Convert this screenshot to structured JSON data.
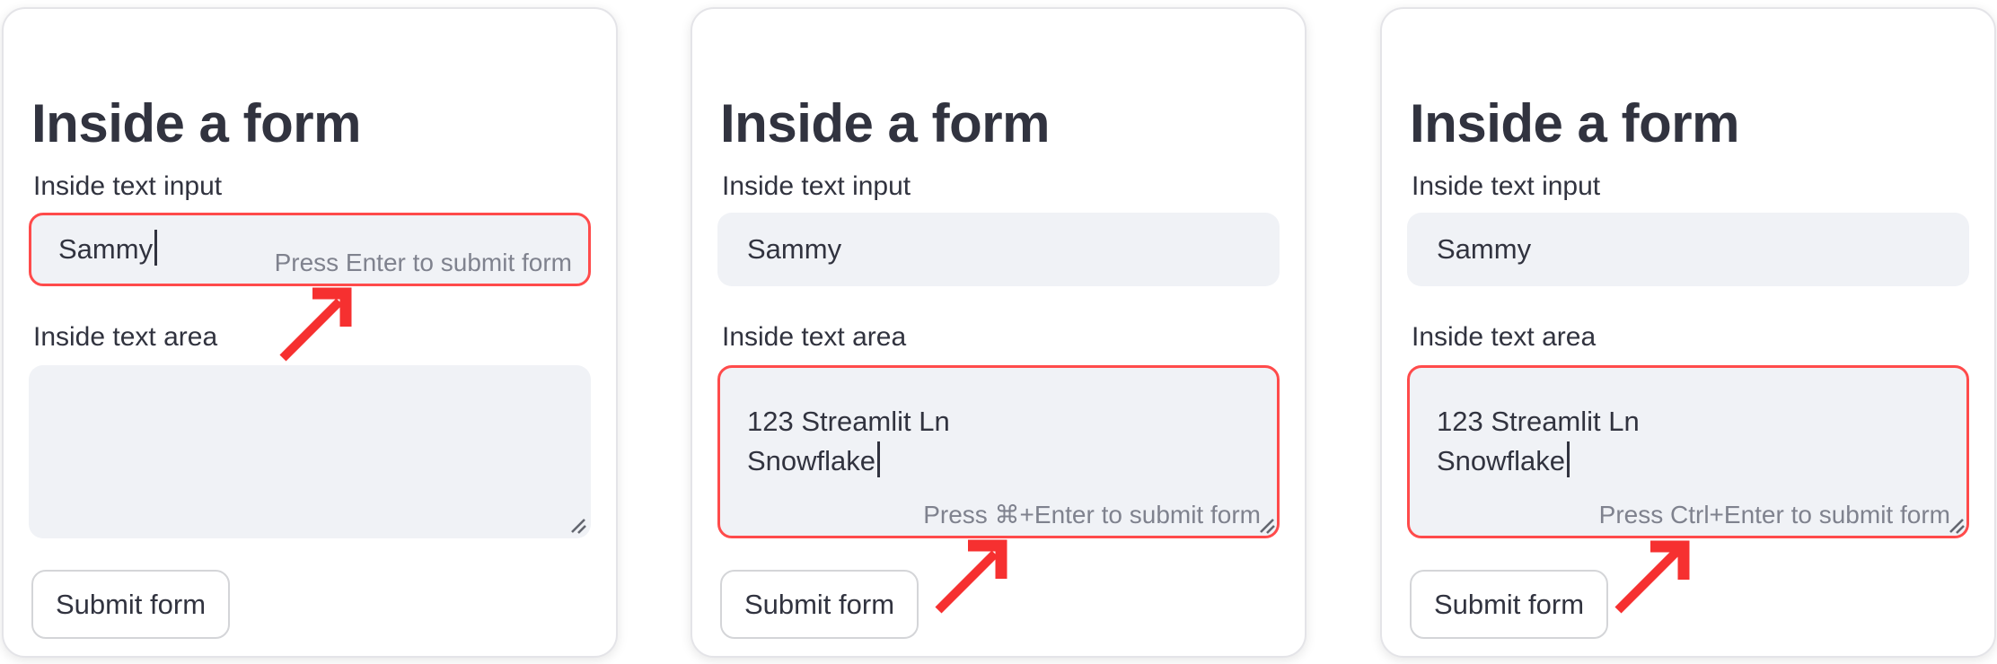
{
  "colors": {
    "text_dark": "#31333F",
    "hint_gray": "#7F828E",
    "field_background": "#F0F2F6",
    "focus_border_red": "#FF4B4B",
    "arrow_red": "#F63030",
    "button_border": "#D4D5D8",
    "card_background": "#FFFFFF"
  },
  "cards": [
    {
      "title": "Inside a form",
      "text_input": {
        "label": "Inside text input",
        "value": "Sammy",
        "focused": true,
        "cursor": true,
        "hint": "Press Enter to submit form"
      },
      "text_area": {
        "label": "Inside text area",
        "value": "",
        "lines": [
          "",
          ""
        ],
        "focused": false,
        "cursor": false,
        "hint": ""
      },
      "submit_button": {
        "label": "Submit form"
      },
      "annotation_arrow": {
        "direction": "up-right",
        "points_to": "input submit hint"
      }
    },
    {
      "title": "Inside a form",
      "text_input": {
        "label": "Inside text input",
        "value": "Sammy",
        "focused": false,
        "cursor": false,
        "hint": ""
      },
      "text_area": {
        "label": "Inside text area",
        "value": "123 Streamlit Ln\nSnowflake",
        "lines": [
          "123 Streamlit Ln",
          "Snowflake"
        ],
        "focused": true,
        "cursor": true,
        "hint": "Press ⌘+Enter to submit form"
      },
      "submit_button": {
        "label": "Submit form"
      },
      "annotation_arrow": {
        "direction": "up-right",
        "points_to": "textarea submit hint"
      }
    },
    {
      "title": "Inside a form",
      "text_input": {
        "label": "Inside text input",
        "value": "Sammy",
        "focused": false,
        "cursor": false,
        "hint": ""
      },
      "text_area": {
        "label": "Inside text area",
        "value": "123 Streamlit Ln\nSnowflake",
        "lines": [
          "123 Streamlit Ln",
          "Snowflake"
        ],
        "focused": true,
        "cursor": true,
        "hint": "Press Ctrl+Enter to submit form"
      },
      "submit_button": {
        "label": "Submit form"
      },
      "annotation_arrow": {
        "direction": "up-right",
        "points_to": "textarea submit hint"
      }
    }
  ]
}
